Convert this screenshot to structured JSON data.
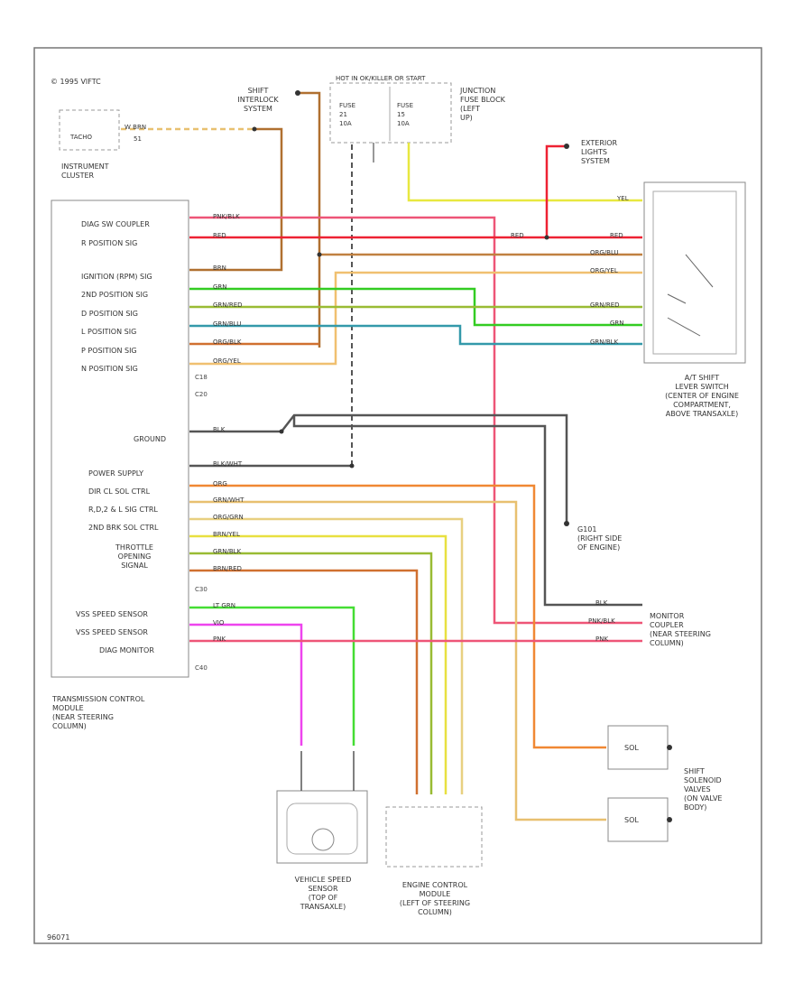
{
  "copyright": "© 1995 VIFTC",
  "footer_code": "96071",
  "tachometer": {
    "label": "TACHO",
    "pin": "51",
    "wire": "W BRN"
  },
  "instrument_cluster": "INSTRUMENT\nCLUSTER",
  "shift_interlock": "SHIFT\nINTERLOCK\nSYSTEM",
  "hot_label": "HOT IN OK/KILLER OR START",
  "fuse_left": "FUSE\n21\n10A",
  "fuse_right": "FUSE\n15\n10A",
  "junction_block": "JUNCTION\nFUSE BLOCK\n(LEFT\nUP)",
  "exterior_lights": "EXTERIOR\nLIGHTS\nSYSTEM",
  "tcm": {
    "name": "TRANSMISSION CONTROL\nMODULE\n(NEAR STEERING\nCOLUMN)",
    "pins": [
      "DIAG SW COUPLER",
      "R POSITION SIG",
      "IGNITION (RPM) SIG",
      "2ND POSITION SIG",
      "D POSITION SIG",
      "L POSITION SIG",
      "P POSITION SIG",
      "N POSITION SIG",
      "GROUND",
      "POWER SUPPLY",
      "DIR CL SOL CTRL",
      "R,D,2 & L SIG CTRL",
      "2ND BRK SOL CTRL",
      "THROTTLE\nOPENING\nSIGNAL",
      "VSS SPEED SENSOR",
      "VSS SPEED SENSOR",
      "DIAG MONITOR"
    ],
    "conn_labels": [
      "C18",
      "C20",
      "C30",
      "C40"
    ]
  },
  "wires": {
    "diag": "PNK/BLK",
    "r": "RED",
    "ign": "BRN",
    "second": "GRN",
    "d": "GRN/RED",
    "l": "GRN/BLU",
    "p": "ORG/BLK",
    "n": "ORG/YEL",
    "gnd": "BLK",
    "pwr": "BLK/WHT",
    "pwr_out": "ORG",
    "s1": "GRN/WHT",
    "s2": "ORG/GRN",
    "s3": "BRN/YEL",
    "s4": "GRN/BLK",
    "s5": "BRN/RED",
    "vss1": "LT GRN",
    "vss2": "VIO",
    "mon": "PNK",
    "yel": "YEL",
    "red_out": "RED",
    "org_blu": "ORG/BLU",
    "org_yel": "ORG/YEL",
    "grn_red": "GRN/RED",
    "grn": "GRN",
    "grn_blk": "GRN/BLK",
    "blk_r": "BLK",
    "pnk_blk_r": "PNK/BLK",
    "pnk_r": "PNK",
    "vio_v": "VIO",
    "ltgrn_v": "LT GRN",
    "blk_v": "BLK",
    "blk_wht_v": "BLK/WHT",
    "org_blu_v": "ORG/BLU",
    "grn_v": "GRN",
    "yel_v": "YEL"
  },
  "shift_switch": "A/T SHIFT\nLEVER SWITCH\n(CENTER OF ENGINE\nCOMPARTMENT,\nABOVE TRANSAXLE)",
  "g101": "G101\n(RIGHT SIDE\nOF ENGINE)",
  "monitor_coupler": "MONITOR\nCOUPLER\n(NEAR STEERING\nCOLUMN)",
  "shift_solenoid": "SHIFT\nSOLENOID\nVALVES\n(ON VALVE\nBODY)",
  "solenoid_box": "SOL",
  "vss": "VEHICLE SPEED\nSENSOR\n(TOP OF\nTRANSAXLE)",
  "ecm": "ENGINE CONTROL\nMODULE\n(LEFT OF STEERING\nCOLUMN)",
  "colors": {
    "pink": "#ee5577",
    "red": "#ee2233",
    "brown": "#b07030",
    "green": "#33cc22",
    "orange": "#f08833",
    "yellow": "#e8e840",
    "blue": "#3399dd",
    "black": "#333333",
    "violet": "#ee44ee",
    "tan": "#e8c070"
  }
}
